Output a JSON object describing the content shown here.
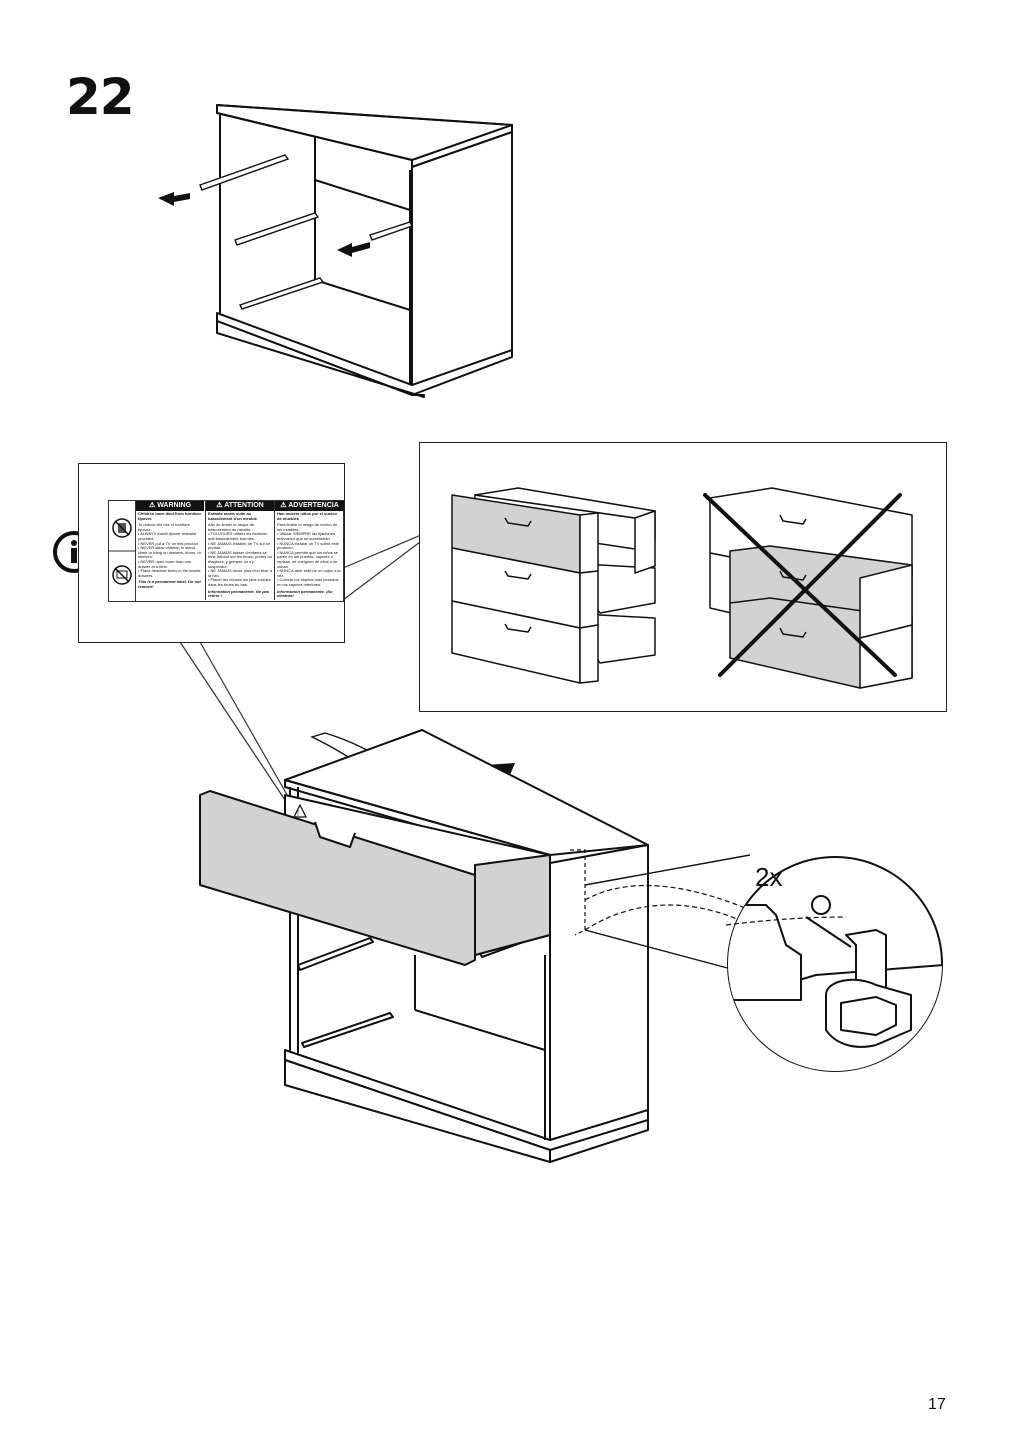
{
  "step": {
    "number": "22"
  },
  "page": {
    "number": "17"
  },
  "callout": {
    "quantity": "2x"
  },
  "warning_label": {
    "columns": [
      {
        "header": "WARNING",
        "title": "Children have died from furniture tipover.",
        "body": "To reduce the risk of furniture tipover:\n• ALWAYS install tipover restraint provided.\n• NEVER put a TV on this product.\n• NEVER allow children to stand, climb or hang on drawers, doors, or shelves.\n• NEVER open more than one drawer at a time.\n• Place heaviest items in the lowest drawers.",
        "footer": "This is a permanent label. Do not remove!"
      },
      {
        "header": "ATTENTION",
        "title": "Enfants morts suite au basculement d'un meuble.",
        "body": "Afin de limiter le risque de basculement du meuble :\n• TOUJOURS utiliser les fixations anti-basculement fournies.\n• NE JAMAIS installer de TV sur ce produit.\n• NE JAMAIS laisser d'enfants se tenir debout sur les tiroirs, portes ou étagères, y grimper ou s'y suspendre.\n• NE JAMAIS ouvrir plus d'un tiroir à la fois.\n• Placer les choses les plus lourdes dans les tiroirs du bas.",
        "footer": "Information permanente. Ne pas retirer !"
      },
      {
        "header": "ADVERTENCIA",
        "title": "Han muerto niños por el vuelco de muebles",
        "body": "Para limitar el riesgo de vuelco de los muebles:\n• Utilizar SIEMPRE las fijaciones antivuelco que se suministran.\n• NUNCA instalar un TV sobre este producto.\n• NUNCA permitir que los niños se paren en las puertas, cajones o repisas, se cuelguen de ellos o se suban.\n• NUNCA abrir más de un cajón a la vez.\n• Colocar los objetos más pesados en los cajones inferiores.",
        "footer": "Información permanente. ¡No eliminar!"
      }
    ]
  },
  "icons": [
    "info-icon",
    "child-climbing-icon",
    "tv-icon",
    "warning-triangle-icon",
    "arrow-icon",
    "cross-out-icon"
  ]
}
